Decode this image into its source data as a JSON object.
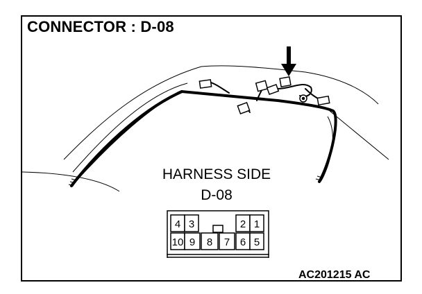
{
  "title": "CONNECTOR : D-08",
  "harness": {
    "label": "HARNESS SIDE",
    "code": "D-08"
  },
  "connector": {
    "top_row": [
      "4",
      "3",
      "",
      "",
      "2",
      "1"
    ],
    "bottom_row": [
      "10",
      "9",
      "8",
      "7",
      "6",
      "5"
    ]
  },
  "image_code": "AC201215 AC",
  "icons": {
    "pointer": "down-arrow-icon"
  }
}
